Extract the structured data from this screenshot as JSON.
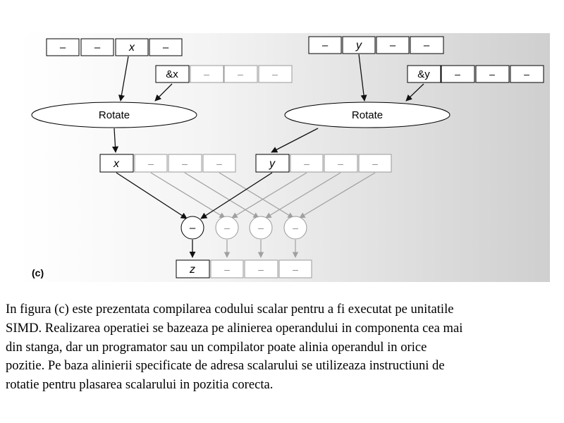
{
  "diagram": {
    "figure_label": "(c)",
    "dash": "–",
    "top_left_row": [
      "–",
      "–",
      "x",
      "–"
    ],
    "addr_left_row": [
      "&x",
      "–",
      "–",
      "–"
    ],
    "top_right_row": [
      "–",
      "y",
      "–",
      "–"
    ],
    "addr_right_row": [
      "&y",
      "–",
      "–",
      "–"
    ],
    "rotate_left": "Rotate",
    "rotate_right": "Rotate",
    "mid_left_row": [
      "x",
      "–",
      "–",
      "–"
    ],
    "mid_right_row": [
      "y",
      "–",
      "–",
      "–"
    ],
    "ops": [
      "–",
      "–",
      "–",
      "–"
    ],
    "result_row": [
      "z",
      "–",
      "–",
      "–"
    ],
    "colors": {
      "panel_light": "#ffffff",
      "panel_dark": "#cfcfcf",
      "active_border": "#000000",
      "inactive_border": "#9a9a9a",
      "inactive_arrow": "#a0a0a0"
    }
  },
  "caption": {
    "lines": [
      "In figura (c) este prezentata compilarea codului scalar pentru a fi executat pe unitatile",
      "SIMD. Realizarea operatiei se bazeaza pe alinierea operandului in componenta cea mai",
      "din stanga, dar un programator sau un compilator poate alinia operandul in orice",
      "pozitie. Pe baza alinierii specificate de adresa scalarului se utilizeaza instructiuni de",
      "rotatie pentru plasarea scalarului in pozitia corecta."
    ]
  }
}
